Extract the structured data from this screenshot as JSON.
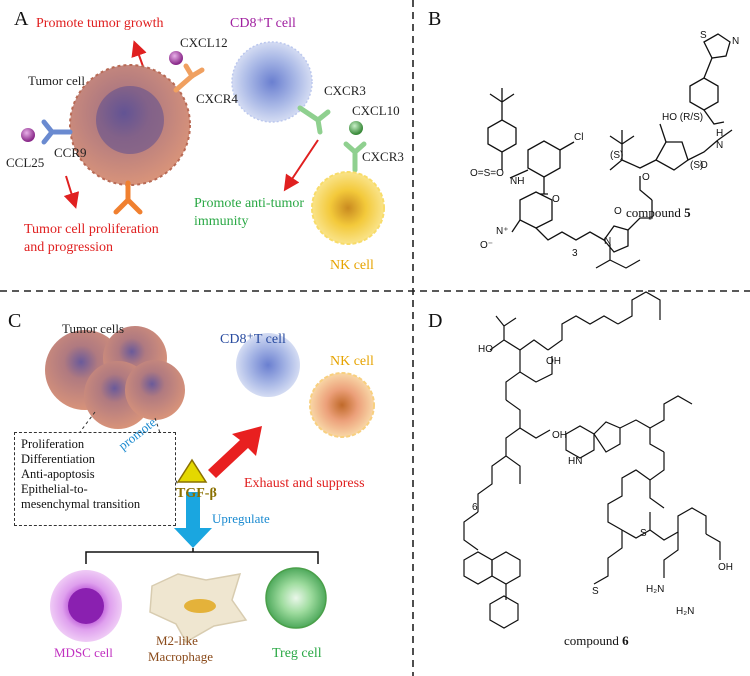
{
  "panels": {
    "a": "A",
    "b": "B",
    "c": "C",
    "d": "D"
  },
  "panel_a": {
    "promote_tumor_growth": "Promote tumor growth",
    "cxcl12": "CXCL12",
    "tumor_cell": "Tumor cell",
    "cxcr4": "CXCR4",
    "ccl25": "CCL25",
    "ccr9": "CCR9",
    "tumor_prolif_line1": "Tumor cell proliferation",
    "tumor_prolif_line2": "and progression",
    "cd8_t_cell": "CD8⁺T cell",
    "cxcr3_top": "CXCR3",
    "cxcl10": "CXCL10",
    "cxcr3_nk": "CXCR3",
    "promote_antitumor_line1": "Promote anti-tumor",
    "promote_antitumor_line2": "immunity",
    "nk_cell": "NK cell"
  },
  "panel_b": {
    "compound_label": "compound",
    "compound_number": "5",
    "atoms": {
      "ho_rs": "HO (R/S)",
      "s1": "(S)",
      "s2": "(S)",
      "cl": "Cl",
      "nh": "NH",
      "h_amide": "H",
      "n_amide": "N",
      "o1": "O",
      "o2": "O",
      "o3": "O",
      "o4": "O",
      "sulfonyl": "O=S=O",
      "n_plus": "N⁺",
      "o_minus": "O⁻",
      "n_triazole": "N",
      "subscript_3": "3",
      "s_thiazole": "S",
      "n_thiazole": "N"
    }
  },
  "panel_c": {
    "tumor_cells": "Tumor cells",
    "cd8_t_cell": "CD8⁺T cell",
    "nk_cell": "NK cell",
    "effects": [
      "Proliferation",
      "Differentiation",
      "Anti-apoptosis",
      "Epithelial-to-",
      "mesenchymal transition"
    ],
    "promote": "promote",
    "tgf_beta": "TGF-β",
    "exhaust": "Exhaust and suppress",
    "upregulate": "Upregulate",
    "mdsc": "MDSC cell",
    "m2_line1": "M2-like",
    "m2_line2": "Macrophage",
    "treg": "Treg cell"
  },
  "panel_d": {
    "compound_label": "compound",
    "compound_number": "6",
    "atoms": {
      "hooc": "HO",
      "nh_indole": "HN",
      "h2n1": "H₂N",
      "h2n2": "H₂N",
      "oh1": "OH",
      "oh2": "OH",
      "oh3": "OH",
      "s1": "S",
      "s2": "S",
      "subscript_6": "6"
    }
  },
  "colors": {
    "red_arrow": "#e02020",
    "blue_arrow": "#1aa6e0",
    "tgf_text": "#8a7000",
    "tumor_cell": "#d28a70",
    "t_cell": "#a9b8e6",
    "nk_cell": "#f3c93a",
    "mdsc": "#d080e0",
    "treg": "#7fd07f"
  }
}
